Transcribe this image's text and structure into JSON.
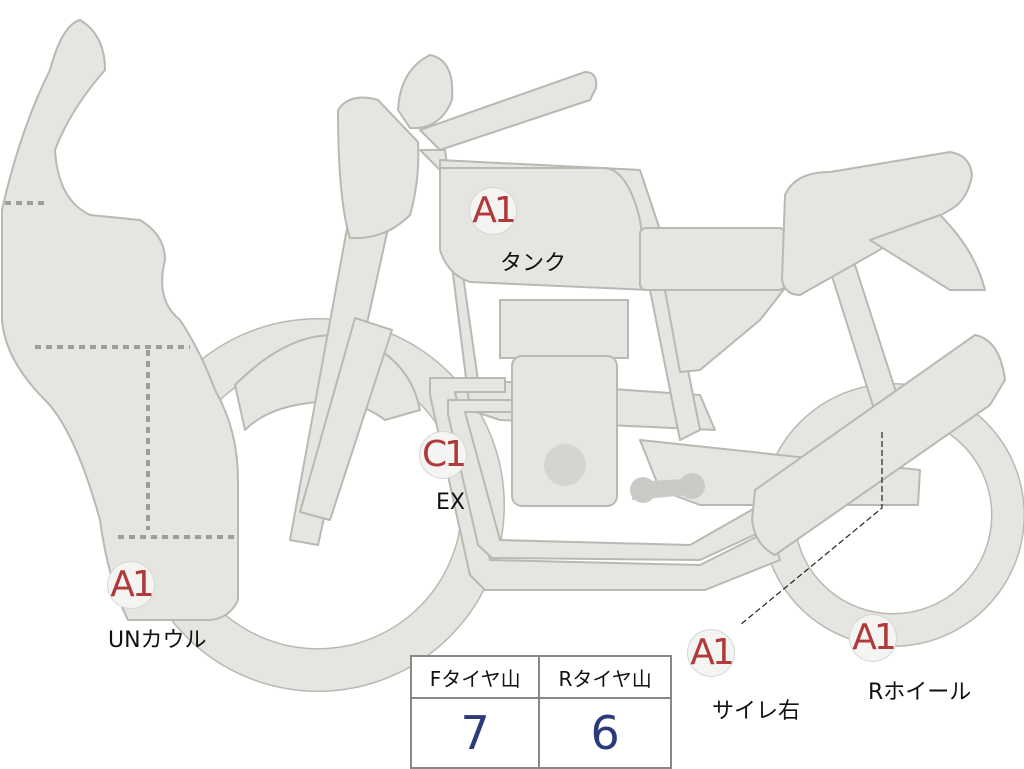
{
  "colors": {
    "fill": "#e5e5e1",
    "stroke": "#b9b9b3",
    "badge_text": "#b03a3a",
    "value_text": "#2b3a7a",
    "dot": "#9e9e98"
  },
  "markers": [
    {
      "code": "A1",
      "label": "タンク"
    },
    {
      "code": "C1",
      "label": "EX"
    },
    {
      "code": "A1",
      "label": "UNカウル"
    },
    {
      "code": "A1",
      "label": "サイレ右"
    },
    {
      "code": "A1",
      "label": "Rホイール"
    }
  ],
  "tire_table": {
    "headers": [
      "Fタイヤ山",
      "Rタイヤ山"
    ],
    "values": [
      "7",
      "6"
    ]
  }
}
